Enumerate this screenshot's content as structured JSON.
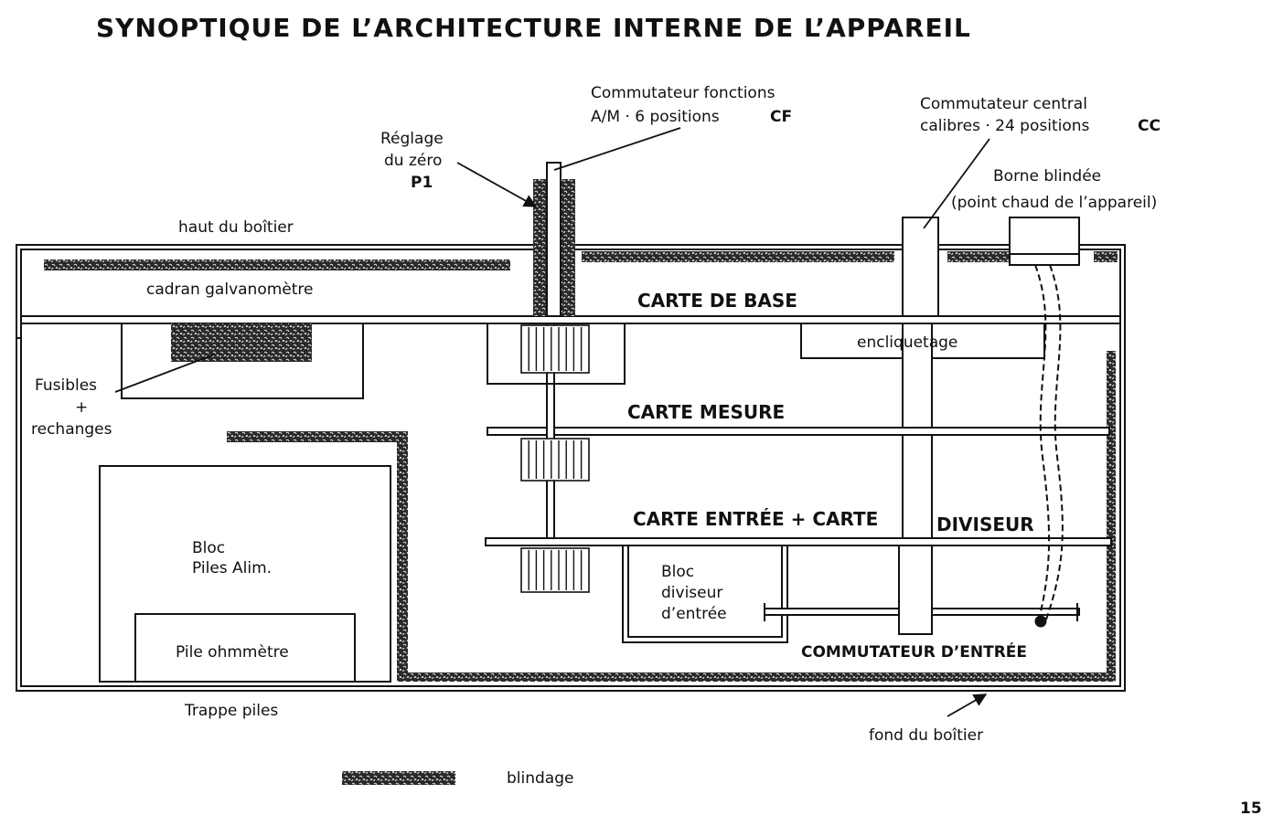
{
  "title": "SYNOPTIQUE DE L’ARCHITECTURE INTERNE DE L’APPAREIL",
  "labels": {
    "commutateur_fonctions_1": "Commutateur fonctions",
    "commutateur_fonctions_2": "A/M · 6 positions",
    "commutateur_fonctions_code": "CF",
    "commutateur_central_1": "Commutateur central",
    "commutateur_central_2": "calibres · 24 positions",
    "commutateur_central_code": "CC",
    "reglage_1": "Réglage",
    "reglage_2": "du zéro",
    "reglage_3": "P1",
    "borne_1": "Borne blindée",
    "borne_2": "(point chaud de l’appareil)",
    "haut_boitier": "haut du boîtier",
    "cadran": "cadran galvanomètre",
    "carte_base": "CARTE DE BASE",
    "encliquetage": "encliquetage",
    "fusibles_1": "Fusibles",
    "fusibles_2": "+",
    "fusibles_3": "rechanges",
    "carte_mesure": "CARTE MESURE",
    "carte_entree": "CARTE ENTRÉE + CARTE",
    "diviseur": "DIVISEUR",
    "bloc_piles_1": "Bloc",
    "bloc_piles_2": "Piles Alim.",
    "bloc_diviseur_1": "Bloc",
    "bloc_diviseur_2": "diviseur",
    "bloc_diviseur_3": "d’entrée",
    "pile_ohmmetre": "Pile ohmmètre",
    "commutateur_entree": "COMMUTATEUR D’ENTRÉE",
    "trappe_piles": "Trappe piles",
    "fond_boitier": "fond du boîtier",
    "legend_blindage": "blindage"
  },
  "page_number": "15",
  "colors": {
    "ink": "#111111",
    "paper": "#ffffff",
    "shield": "#2a2a2a"
  }
}
